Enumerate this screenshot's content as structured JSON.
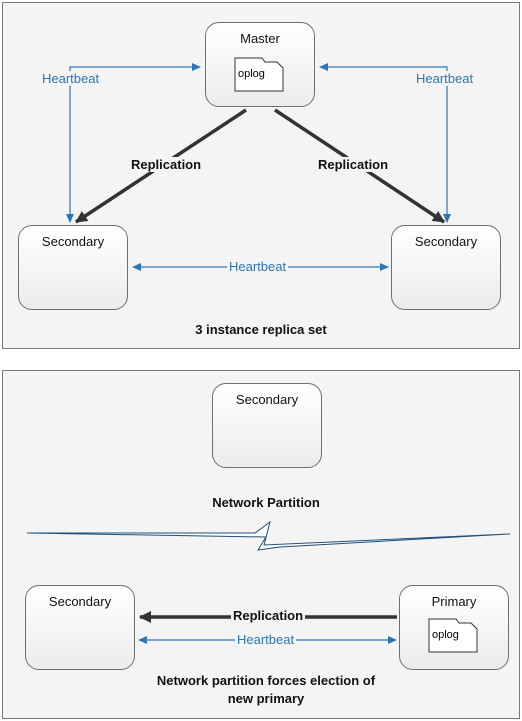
{
  "colors": {
    "panel_bg": "#f4f4f4",
    "heartbeat": "#2e75b6",
    "replication": "#333333",
    "partition_line": "#1f4e79"
  },
  "top_panel": {
    "master": {
      "label": "Master",
      "doc": "oplog"
    },
    "secondary_left": {
      "label": "Secondary"
    },
    "secondary_right": {
      "label": "Secondary"
    },
    "heartbeat_left": "Heartbeat",
    "heartbeat_right": "Heartbeat",
    "heartbeat_bottom": "Heartbeat",
    "replication_left": "Replication",
    "replication_right": "Replication",
    "caption": "3 instance replica set"
  },
  "bottom_panel": {
    "secondary_top": {
      "label": "Secondary"
    },
    "partition_label": "Network Partition",
    "secondary_left": {
      "label": "Secondary"
    },
    "primary": {
      "label": "Primary",
      "doc": "oplog"
    },
    "replication": "Replication",
    "heartbeat": "Heartbeat",
    "caption_line1": "Network partition forces election of",
    "caption_line2": "new primary"
  }
}
